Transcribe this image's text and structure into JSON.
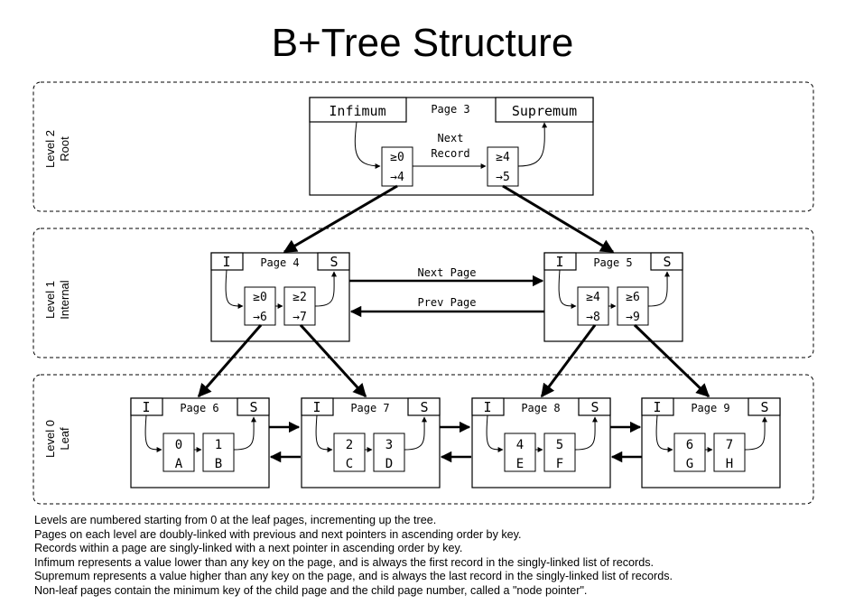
{
  "title": "B+Tree Structure",
  "levels": [
    {
      "line1": "Level 2",
      "line2": "Root"
    },
    {
      "line1": "Level 1",
      "line2": "Internal"
    },
    {
      "line1": "Level 0",
      "line2": "Leaf"
    }
  ],
  "root": {
    "page_label": "Page 3",
    "infimum": "Infimum",
    "supremum": "Supremum",
    "next_record_line1": "Next",
    "next_record_line2": "Record",
    "records": [
      {
        "key": "≥0",
        "ptr": "→4"
      },
      {
        "key": "≥4",
        "ptr": "→5"
      }
    ]
  },
  "internal": {
    "next_page": "Next Page",
    "prev_page": "Prev Page",
    "pages": [
      {
        "label": "Page 4",
        "infimum": "I",
        "supremum": "S",
        "records": [
          {
            "key": "≥0",
            "ptr": "→6"
          },
          {
            "key": "≥2",
            "ptr": "→7"
          }
        ]
      },
      {
        "label": "Page 5",
        "infimum": "I",
        "supremum": "S",
        "records": [
          {
            "key": "≥4",
            "ptr": "→8"
          },
          {
            "key": "≥6",
            "ptr": "→9"
          }
        ]
      }
    ]
  },
  "leaves": [
    {
      "label": "Page 6",
      "infimum": "I",
      "supremum": "S",
      "records": [
        {
          "key": "0",
          "value": "A"
        },
        {
          "key": "1",
          "value": "B"
        }
      ]
    },
    {
      "label": "Page 7",
      "infimum": "I",
      "supremum": "S",
      "records": [
        {
          "key": "2",
          "value": "C"
        },
        {
          "key": "3",
          "value": "D"
        }
      ]
    },
    {
      "label": "Page 8",
      "infimum": "I",
      "supremum": "S",
      "records": [
        {
          "key": "4",
          "value": "E"
        },
        {
          "key": "5",
          "value": "F"
        }
      ]
    },
    {
      "label": "Page 9",
      "infimum": "I",
      "supremum": "S",
      "records": [
        {
          "key": "6",
          "value": "G"
        },
        {
          "key": "7",
          "value": "H"
        }
      ]
    }
  ],
  "notes": [
    "Levels are numbered starting from 0 at the leaf pages, incrementing up the tree.",
    "Pages on each level are doubly-linked with previous and next pointers in ascending order by key.",
    "Records within a page are singly-linked with a next pointer in ascending order by key.",
    "Infimum represents a value lower than any key on the page, and is always the first record in the singly-linked list of records.",
    "Supremum represents a value higher than any key on the page, and is always the last record in the singly-linked list of records.",
    "Non-leaf pages contain the minimum key of the child page and the child page number, called a \"node pointer\"."
  ]
}
